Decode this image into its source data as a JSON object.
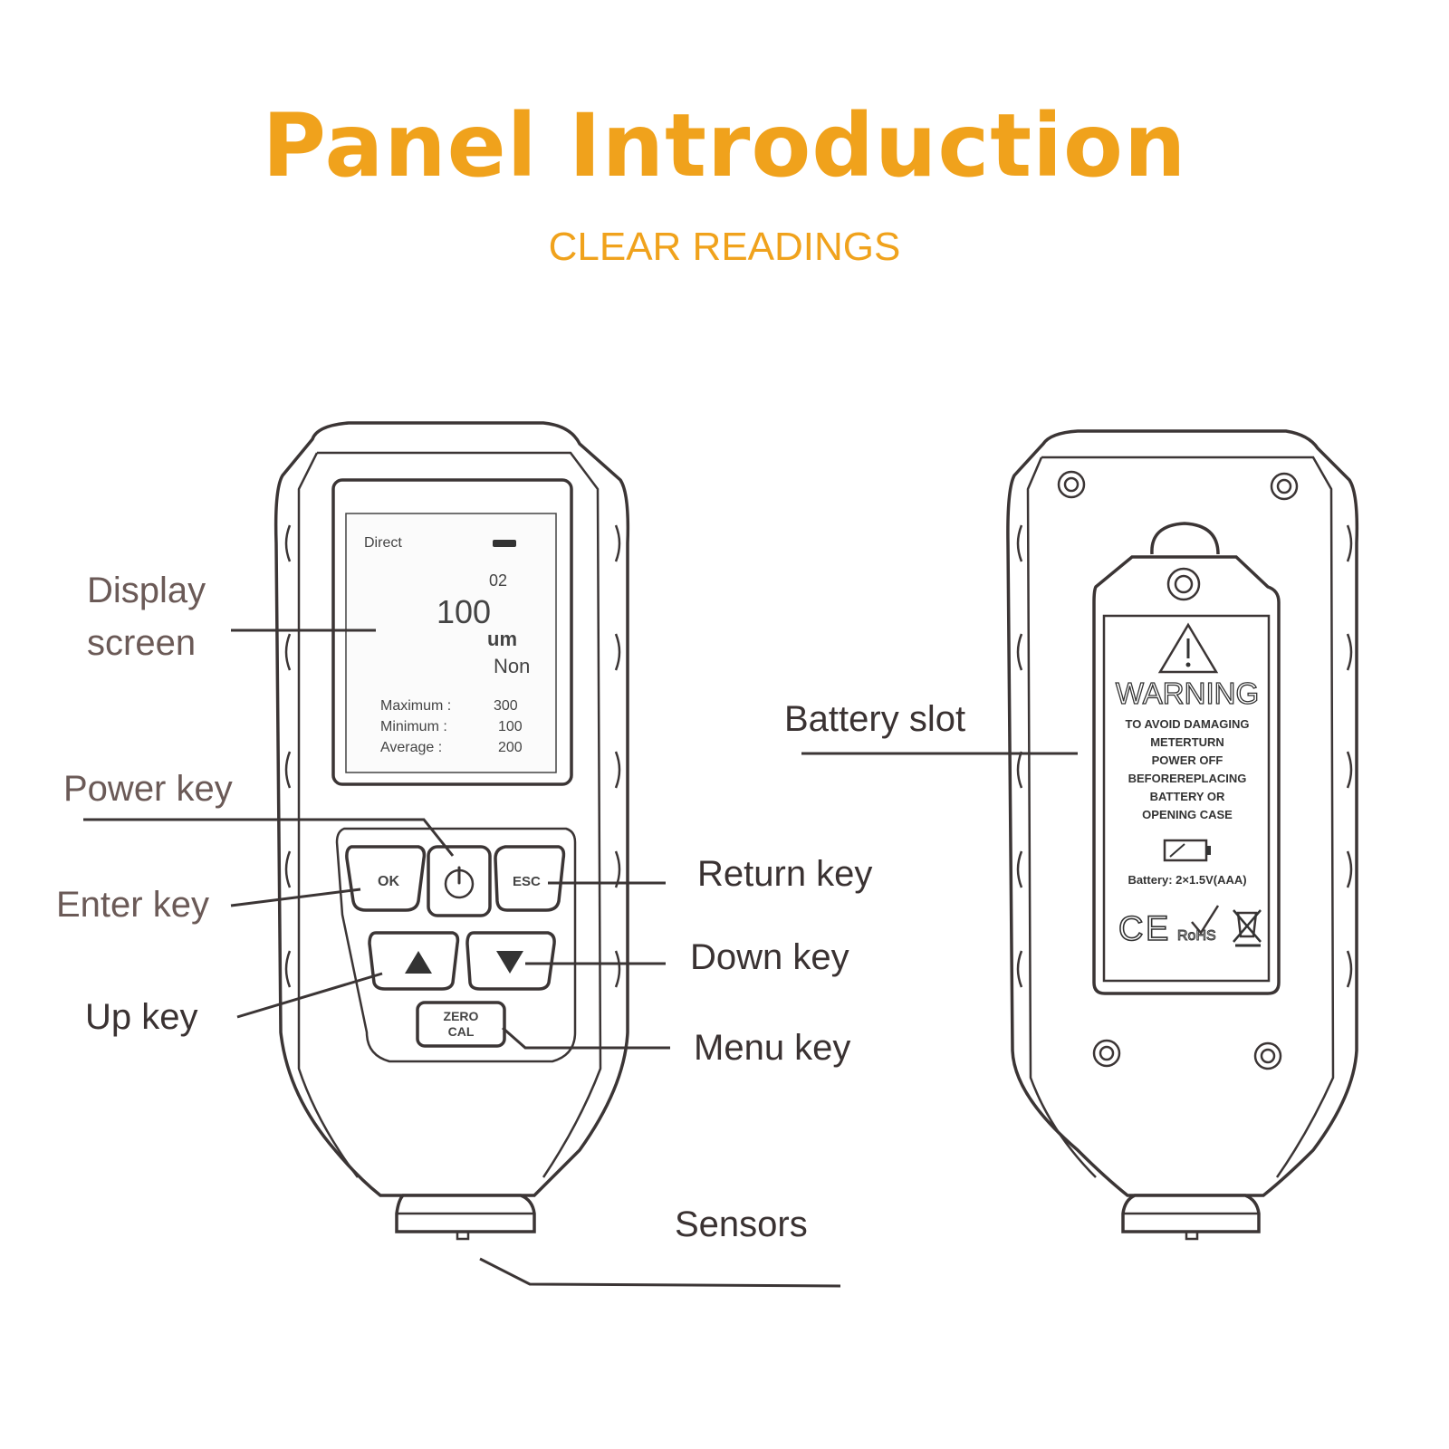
{
  "header": {
    "title": "Panel Introduction",
    "subtitle": "CLEAR READINGS"
  },
  "screen": {
    "mode": "Direct",
    "index": "02",
    "reading": "100",
    "unit": "um",
    "material": "Non",
    "stats": [
      {
        "label": "Maximum :",
        "value": "300"
      },
      {
        "label": "Minimum :",
        "value": "100"
      },
      {
        "label": "Average :",
        "value": "200"
      }
    ]
  },
  "keys": {
    "ok": "OK",
    "esc": "ESC",
    "zero": "ZERO",
    "cal": "CAL"
  },
  "callouts": {
    "display_line1": "Display",
    "display_line2": "screen",
    "power": "Power key",
    "enter": "Enter key",
    "up": "Up key",
    "return": "Return key",
    "down": "Down key",
    "menu": "Menu key",
    "sensors": "Sensors",
    "battery": "Battery slot"
  },
  "back_label": {
    "warning": "WARNING",
    "lines": [
      "TO AVOID DAMAGING",
      "METERTURN",
      "POWER OFF",
      "BEFOREREPLACING",
      "BATTERY OR",
      "OPENING CASE"
    ],
    "battery": "Battery: 2×1.5V(AAA)",
    "rohs": "RoHS"
  },
  "colors": {
    "accent": "#f0a21c",
    "outline": "#3b3535",
    "label": "#6b5a57"
  }
}
